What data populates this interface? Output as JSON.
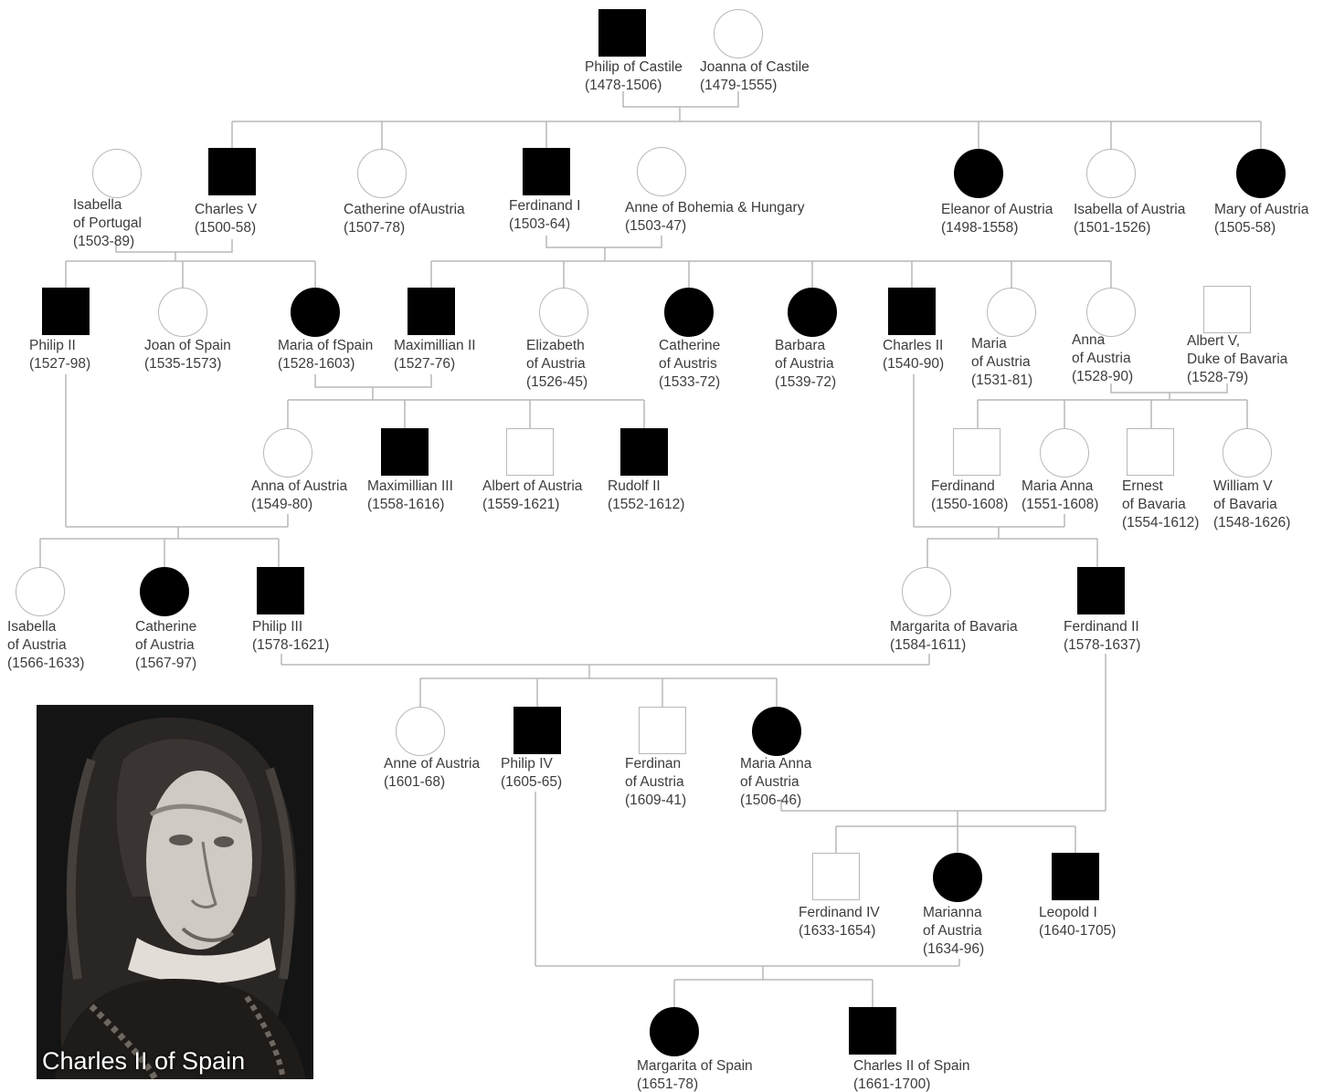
{
  "colors": {
    "affected": "#000000",
    "unaffected": "#ffffff",
    "line": "#b8b8b8",
    "text": "#3c3c3c"
  },
  "legend_note": "",
  "portrait": {
    "caption": "Charles II of Spain"
  },
  "people": [
    {
      "id": "philip_castile",
      "sex": "male",
      "affected": true,
      "lines": [
        "Philip of Castile",
        "(1478-1506)"
      ]
    },
    {
      "id": "joanna_castile",
      "sex": "female",
      "affected": false,
      "lines": [
        "Joanna of Castile",
        "(1479-1555)"
      ]
    },
    {
      "id": "isabella_portugal",
      "sex": "female",
      "affected": false,
      "lines": [
        "Isabella",
        "of Portugal",
        "(1503-89)"
      ]
    },
    {
      "id": "charles_v",
      "sex": "male",
      "affected": true,
      "lines": [
        "Charles V",
        "(1500-58)"
      ]
    },
    {
      "id": "catherine_austria_1507",
      "sex": "female",
      "affected": false,
      "lines": [
        "Catherine ofAustria",
        "(1507-78)"
      ]
    },
    {
      "id": "ferdinand_i",
      "sex": "male",
      "affected": true,
      "lines": [
        "Ferdinand I",
        "(1503-64)"
      ]
    },
    {
      "id": "anne_bohemia",
      "sex": "female",
      "affected": false,
      "lines": [
        "Anne of Bohemia & Hungary",
        "(1503-47)"
      ]
    },
    {
      "id": "eleanor_austria",
      "sex": "female",
      "affected": true,
      "lines": [
        "Eleanor of Austria",
        "(1498-1558)"
      ]
    },
    {
      "id": "isabella_austria_1501",
      "sex": "female",
      "affected": false,
      "lines": [
        "Isabella of Austria",
        "(1501-1526)"
      ]
    },
    {
      "id": "mary_austria",
      "sex": "female",
      "affected": true,
      "lines": [
        "Mary of Austria",
        "(1505-58)"
      ]
    },
    {
      "id": "philip_ii",
      "sex": "male",
      "affected": true,
      "lines": [
        "Philip II",
        "(1527-98)"
      ]
    },
    {
      "id": "joan_spain",
      "sex": "female",
      "affected": false,
      "lines": [
        "Joan of Spain",
        "(1535-1573)"
      ]
    },
    {
      "id": "maria_spain",
      "sex": "female",
      "affected": true,
      "lines": [
        "Maria of fSpain",
        "(1528-1603)"
      ]
    },
    {
      "id": "maximilian_ii",
      "sex": "male",
      "affected": true,
      "lines": [
        "Maximillian II",
        "(1527-76)"
      ]
    },
    {
      "id": "elizabeth_austria",
      "sex": "female",
      "affected": false,
      "lines": [
        "Elizabeth",
        "of Austria",
        "(1526-45)"
      ]
    },
    {
      "id": "catherine_austris",
      "sex": "female",
      "affected": true,
      "lines": [
        "Catherine",
        "of Austris",
        "(1533-72)"
      ]
    },
    {
      "id": "barbara_austria",
      "sex": "female",
      "affected": true,
      "lines": [
        "Barbara",
        "of Austria",
        "(1539-72)"
      ]
    },
    {
      "id": "charles_ii_1540",
      "sex": "male",
      "affected": true,
      "lines": [
        "Charles II",
        "(1540-90)"
      ]
    },
    {
      "id": "maria_austria_1531",
      "sex": "female",
      "affected": false,
      "lines": [
        "Maria",
        "of Austria",
        "(1531-81)"
      ]
    },
    {
      "id": "anna_austria_1528",
      "sex": "female",
      "affected": false,
      "lines": [
        "Anna",
        "of Austria",
        "(1528-90)"
      ]
    },
    {
      "id": "albert_v",
      "sex": "male",
      "affected": false,
      "lines": [
        "Albert V,",
        "Duke of Bavaria",
        "(1528-79)"
      ]
    },
    {
      "id": "anna_austria_1549",
      "sex": "female",
      "affected": false,
      "lines": [
        "Anna of Austria",
        "(1549-80)"
      ]
    },
    {
      "id": "maximilian_iii",
      "sex": "male",
      "affected": true,
      "lines": [
        "Maximillian III",
        "(1558-1616)"
      ]
    },
    {
      "id": "albert_austria",
      "sex": "male",
      "affected": false,
      "lines": [
        "Albert of Austria",
        "(1559-1621)"
      ]
    },
    {
      "id": "rudolf_ii",
      "sex": "male",
      "affected": true,
      "lines": [
        "Rudolf II",
        "(1552-1612)"
      ]
    },
    {
      "id": "ferdinand_1550",
      "sex": "male",
      "affected": false,
      "lines": [
        "Ferdinand",
        "(1550-1608)"
      ]
    },
    {
      "id": "maria_anna_1551",
      "sex": "female",
      "affected": false,
      "lines": [
        "Maria Anna",
        "(1551-1608)"
      ]
    },
    {
      "id": "ernest_bavaria",
      "sex": "male",
      "affected": false,
      "lines": [
        "Ernest",
        "of Bavaria",
        "(1554-1612)"
      ]
    },
    {
      "id": "william_v",
      "sex": "female",
      "affected": false,
      "lines": [
        "William V",
        "of Bavaria",
        "(1548-1626)"
      ]
    },
    {
      "id": "isabella_austria_1566",
      "sex": "female",
      "affected": false,
      "lines": [
        "Isabella",
        "of Austria",
        "(1566-1633)"
      ]
    },
    {
      "id": "catherine_austria_1567",
      "sex": "female",
      "affected": true,
      "lines": [
        "Catherine",
        "of Austria",
        "(1567-97)"
      ]
    },
    {
      "id": "philip_iii",
      "sex": "male",
      "affected": true,
      "lines": [
        "Philip III",
        "(1578-1621)"
      ]
    },
    {
      "id": "margarita_bavaria",
      "sex": "female",
      "affected": false,
      "lines": [
        "Margarita of Bavaria",
        "(1584-1611)"
      ]
    },
    {
      "id": "ferdinand_ii",
      "sex": "male",
      "affected": true,
      "lines": [
        "Ferdinand II",
        "(1578-1637)"
      ]
    },
    {
      "id": "anne_austria_1601",
      "sex": "female",
      "affected": false,
      "lines": [
        "Anne of Austria",
        "(1601-68)"
      ]
    },
    {
      "id": "philip_iv",
      "sex": "male",
      "affected": true,
      "lines": [
        "Philip IV",
        "(1605-65)"
      ]
    },
    {
      "id": "ferdinan",
      "sex": "male",
      "affected": false,
      "lines": [
        "Ferdinan",
        "of Austria",
        "(1609-41)"
      ]
    },
    {
      "id": "maria_anna_austria",
      "sex": "female",
      "affected": true,
      "lines": [
        "Maria Anna",
        "of Austria",
        "(1506-46)"
      ]
    },
    {
      "id": "ferdinand_iv",
      "sex": "male",
      "affected": false,
      "lines": [
        "Ferdinand IV",
        "(1633-1654)"
      ]
    },
    {
      "id": "marianna_austria",
      "sex": "female",
      "affected": true,
      "lines": [
        "Marianna",
        "of Austria",
        "(1634-96)"
      ]
    },
    {
      "id": "leopold_i",
      "sex": "male",
      "affected": true,
      "lines": [
        "Leopold I",
        "(1640-1705)"
      ]
    },
    {
      "id": "margarita_spain",
      "sex": "female",
      "affected": true,
      "lines": [
        "Margarita of Spain",
        "(1651-78)"
      ]
    },
    {
      "id": "charles_ii_spain",
      "sex": "male",
      "affected": true,
      "lines": [
        "Charles II of Spain",
        "(1661-1700)"
      ]
    }
  ]
}
